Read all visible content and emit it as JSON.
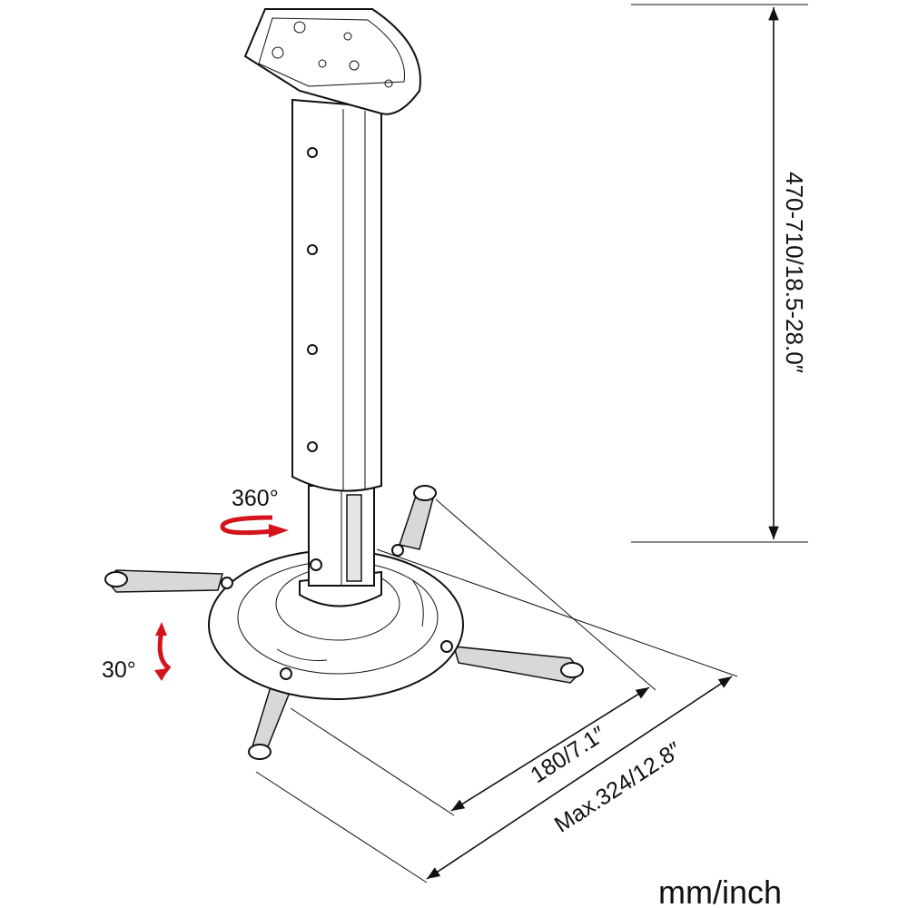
{
  "dimensions": {
    "height_range": "470-710/18.5-28.0″",
    "plate_span": "180/7.1″",
    "max_span": "Max.324/12.8″"
  },
  "rotation": {
    "swivel": "360°",
    "tilt": "30°"
  },
  "units": "mm/inch",
  "colors": {
    "arrow": "#d4141c",
    "line": "#111111"
  }
}
